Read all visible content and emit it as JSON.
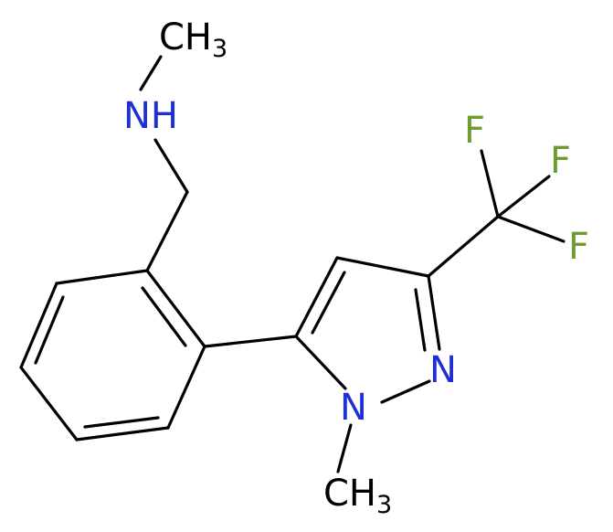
{
  "colors": {
    "bond": "#000000",
    "carbon_label": "#000000",
    "nitrogen_label": "#1f2fd6",
    "fluorine_label": "#6f9c30"
  },
  "labels": {
    "methyl_top": {
      "main": "CH",
      "sub": "3"
    },
    "amine": "NH",
    "methyl_bottom": {
      "main": "CH",
      "sub": "3"
    },
    "n1": "N",
    "n2": "N",
    "f1": "F",
    "f2": "F",
    "f3": "F"
  }
}
